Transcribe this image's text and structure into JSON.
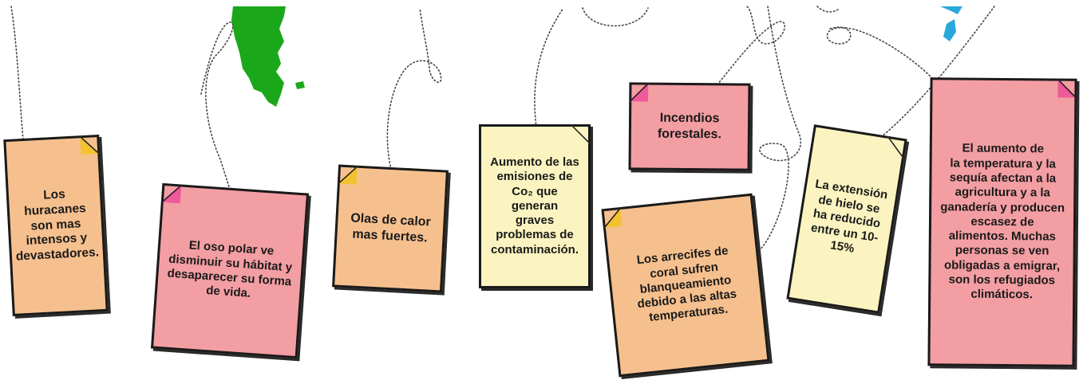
{
  "colors": {
    "note_orange": "#f6c08e",
    "note_pink": "#f39ea3",
    "note_yellow": "#fbf4c0",
    "fold_yellow": "#f2c230",
    "fold_pink": "#ee5a9a",
    "continent_green": "#1aa81a",
    "ice_blue": "#2aa8dc",
    "string_dark": "#444444"
  },
  "notes": [
    {
      "text": "Los\nhuracanes\nson mas\nintensos y\ndevastadores.",
      "color": "orange",
      "fold": "top-right"
    },
    {
      "text": "El oso polar ve\ndisminuir su hábitat y\ndesaparecer su forma\nde vida.",
      "color": "pink",
      "fold": "top-left"
    },
    {
      "text": "Olas de calor\nmas fuertes.",
      "color": "orange",
      "fold": "top-left"
    },
    {
      "text": "Aumento de las\nemisiones de\nCo₂ que generan\ngraves\nproblemas de\ncontaminación.",
      "color": "yellow",
      "fold": "top-right"
    },
    {
      "text": "Incendios\nforestales.",
      "color": "pink",
      "fold": "top-left"
    },
    {
      "text": "Los arrecifes de\ncoral sufren\nblanqueamiento\ndebido a las altas\ntemperaturas.",
      "color": "orange",
      "fold": "top-left"
    },
    {
      "text": "La extensión\nde hielo se\nha reducido\nentre un 10-\n15%",
      "color": "yellow",
      "fold": "top-right"
    },
    {
      "text": "El aumento de\nla temperatura y la\nsequía afectan a la\nagricultura y a la\nganadería y producen\nescasez de\nalimentos. Muchas\npersonas se ven\nobligadas a emigrar,\nson los refugiados\nclimáticos.",
      "color": "pink",
      "fold": "top-right"
    }
  ]
}
